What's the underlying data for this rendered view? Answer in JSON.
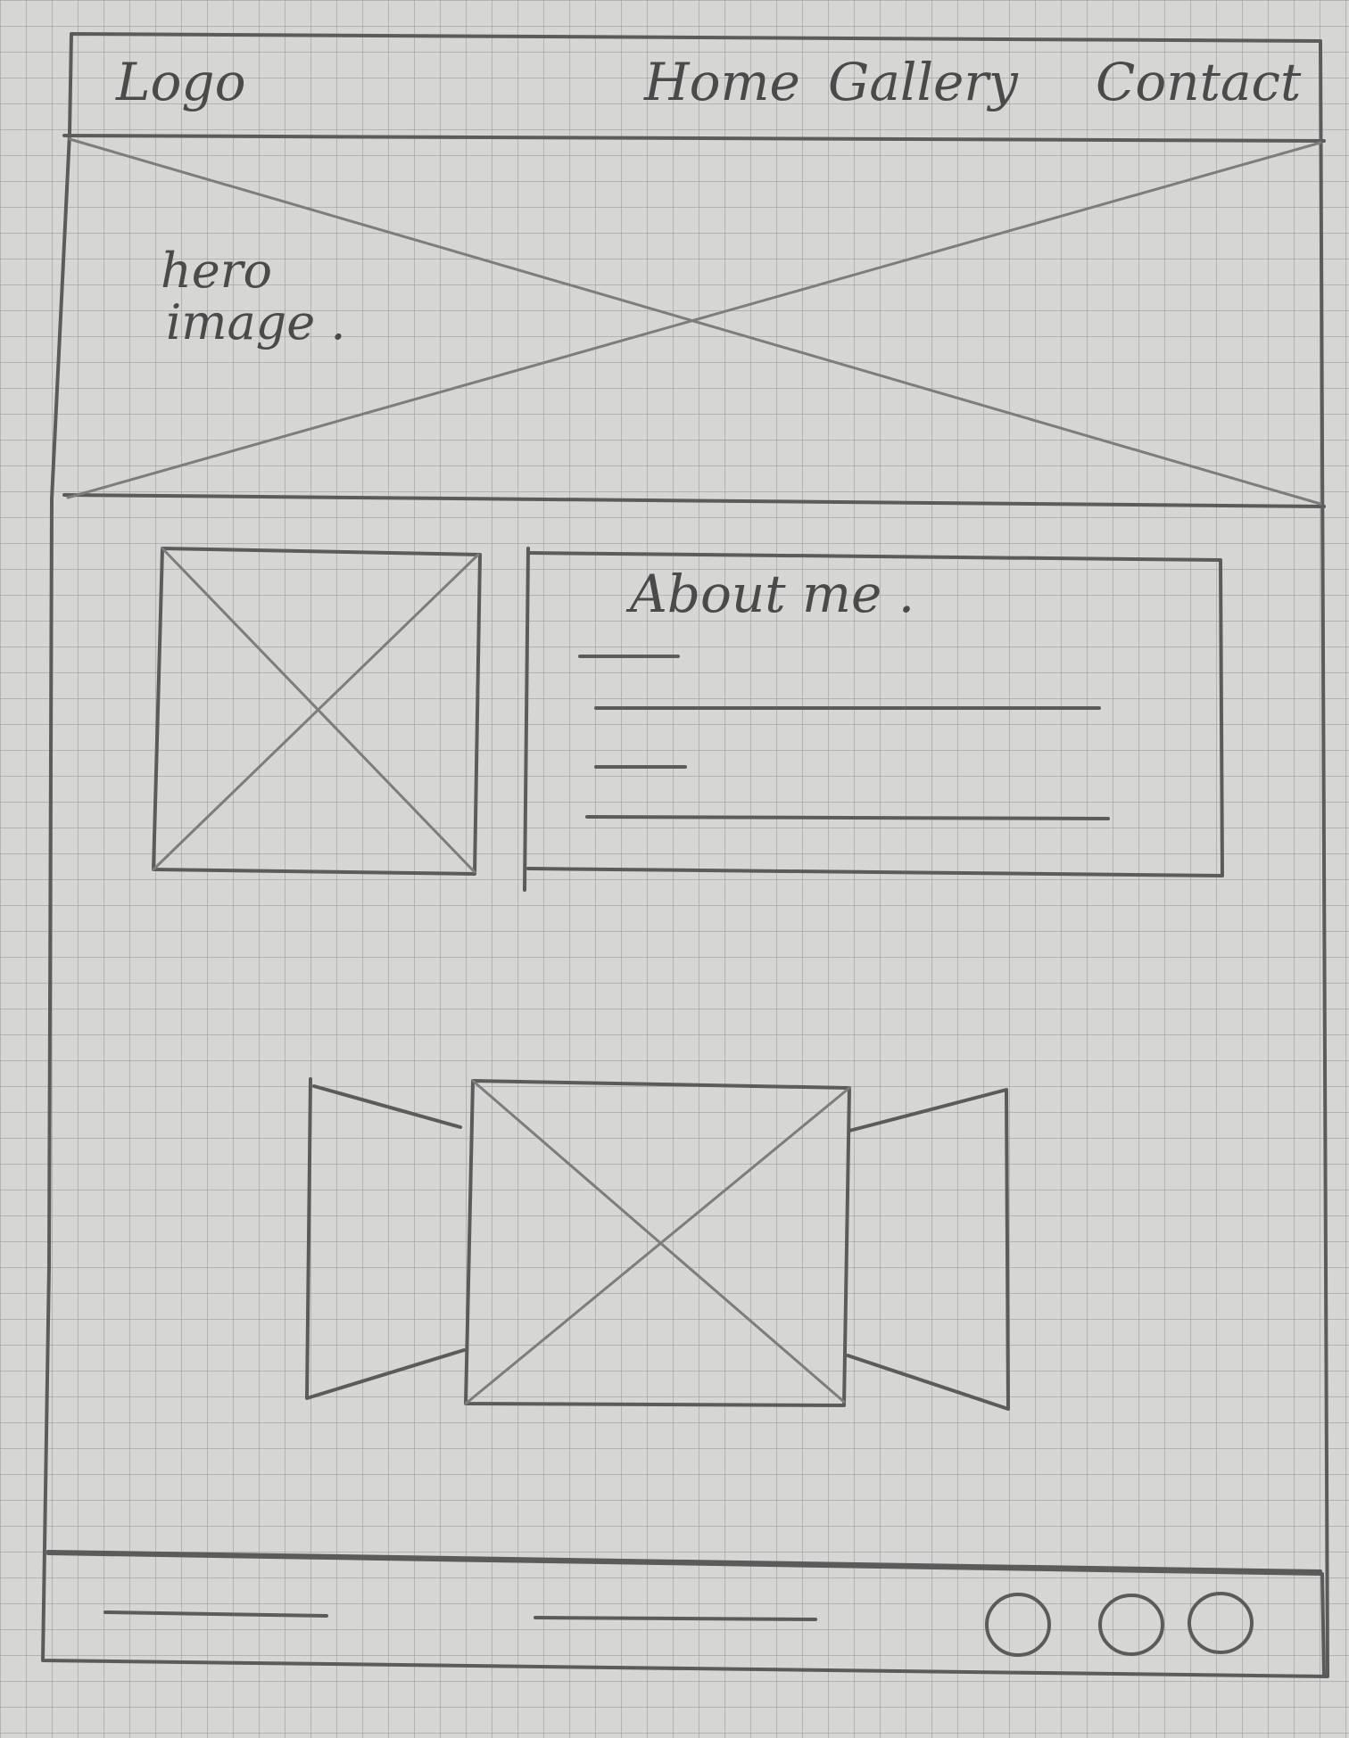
{
  "nav": {
    "logo": "Logo",
    "links": [
      "Home",
      "Gallery",
      "Contact"
    ]
  },
  "hero": {
    "label_line1": "hero",
    "label_line2": "image ."
  },
  "about": {
    "heading": "About me ."
  },
  "footer": {
    "social_icon_count": 3
  }
}
